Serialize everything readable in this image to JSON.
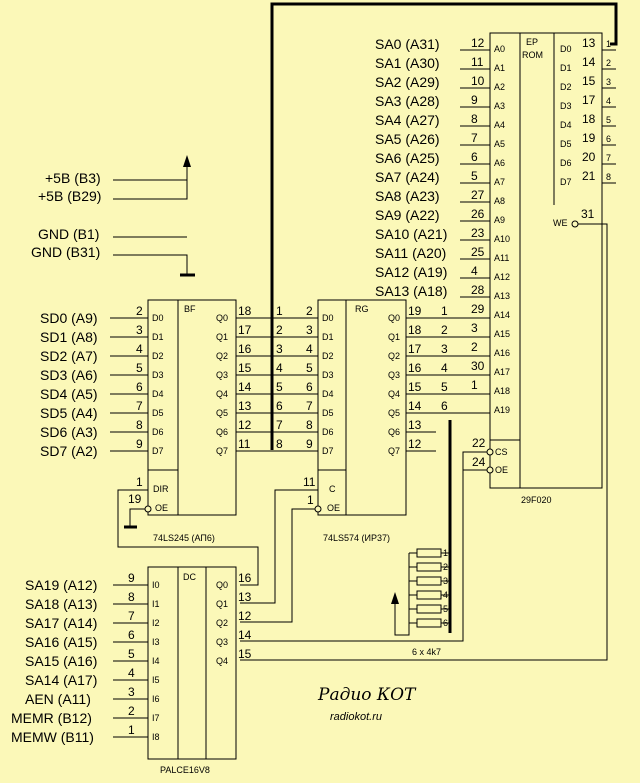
{
  "power": {
    "rails": [
      "+5B (B3)",
      "+5B (B29)"
    ],
    "grounds": [
      "GND (B1)",
      "GND (B31)"
    ]
  },
  "sd_inputs": [
    {
      "label": "SD0 (A9)",
      "pin": "2"
    },
    {
      "label": "SD1 (A8)",
      "pin": "3"
    },
    {
      "label": "SD2 (A7)",
      "pin": "4"
    },
    {
      "label": "SD3 (A6)",
      "pin": "5"
    },
    {
      "label": "SD4 (A5)",
      "pin": "6"
    },
    {
      "label": "SD5 (A4)",
      "pin": "7"
    },
    {
      "label": "SD6 (A3)",
      "pin": "8"
    },
    {
      "label": "SD7 (A2)",
      "pin": "9"
    }
  ],
  "bf": {
    "title": "BF",
    "part": "74LS245 (АП6)",
    "inputs": [
      "D0",
      "D1",
      "D2",
      "D3",
      "D4",
      "D5",
      "D6",
      "D7"
    ],
    "outputs": [
      "Q0",
      "Q1",
      "Q2",
      "Q3",
      "Q4",
      "Q5",
      "Q6",
      "Q7"
    ],
    "out_pins": [
      "18",
      "17",
      "16",
      "15",
      "14",
      "13",
      "12",
      "11"
    ],
    "dir_label": "DIR",
    "dir_pin": "1",
    "oe_label": "OE",
    "oe_pin": "19"
  },
  "bus_index": [
    "1",
    "2",
    "3",
    "4",
    "5",
    "6",
    "7",
    "8"
  ],
  "rg": {
    "title": "RG",
    "part": "74LS574 (ИР37)",
    "inputs": [
      "D0",
      "D1",
      "D2",
      "D3",
      "D4",
      "D5",
      "D6",
      "D7"
    ],
    "in_pins": [
      "2",
      "3",
      "4",
      "5",
      "6",
      "7",
      "8",
      "9"
    ],
    "outputs": [
      "Q0",
      "Q1",
      "Q2",
      "Q3",
      "Q4",
      "Q5",
      "Q6",
      "Q7"
    ],
    "out_pins": [
      "19",
      "18",
      "17",
      "16",
      "15",
      "14",
      "13",
      "12"
    ],
    "c_label": "C",
    "c_pin": "11",
    "oe_label": "OE",
    "oe_pin": "1",
    "net_indices": [
      "1",
      "2",
      "3",
      "4",
      "5",
      "6"
    ]
  },
  "eprom": {
    "title_lines": [
      "EP",
      "ROM"
    ],
    "part": "29F020",
    "addr_labels": [
      "SA0 (A31)",
      "SA1 (A30)",
      "SA2 (A29)",
      "SA3 (A28)",
      "SA4 (A27)",
      "SA5 (A26)",
      "SA6 (A25)",
      "SA7 (A24)",
      "SA8 (A23)",
      "SA9 (A22)",
      "SA10 (A21)",
      "SA11 (A20)",
      "SA12 (A19)",
      "SA13 (A18)"
    ],
    "addr_pins": [
      "12",
      "11",
      "10",
      "9",
      "8",
      "7",
      "6",
      "5",
      "27",
      "26",
      "23",
      "25",
      "4",
      "28",
      "29",
      "3",
      "2",
      "30",
      "1"
    ],
    "addr_names": [
      "A0",
      "A1",
      "A2",
      "A3",
      "A4",
      "A5",
      "A6",
      "A7",
      "A8",
      "A9",
      "A10",
      "A11",
      "A12",
      "A13",
      "A14",
      "A15",
      "A16",
      "A17",
      "A18",
      "A19"
    ],
    "a19_pin": "",
    "data_names": [
      "D0",
      "D1",
      "D2",
      "D3",
      "D4",
      "D5",
      "D6",
      "D7"
    ],
    "data_pins": [
      "13",
      "14",
      "15",
      "17",
      "18",
      "19",
      "20",
      "21"
    ],
    "data_idx": [
      "1",
      "2",
      "3",
      "4",
      "5",
      "6",
      "7",
      "8"
    ],
    "we_label": "WE",
    "we_pin": "31",
    "cs_label": "CS",
    "cs_pin": "22",
    "oe_label": "OE",
    "oe_pin": "24"
  },
  "resistors": {
    "label": "6 x 4k7",
    "indices": [
      "1",
      "2",
      "3",
      "4",
      "5",
      "6"
    ]
  },
  "dc": {
    "title": "DC",
    "part": "PALCE16V8",
    "inputs": [
      {
        "label": "SA19 (A12)",
        "pin": "9",
        "name": "I0"
      },
      {
        "label": "SA18 (A13)",
        "pin": "8",
        "name": "I1"
      },
      {
        "label": "SA17 (A14)",
        "pin": "7",
        "name": "I2"
      },
      {
        "label": "SA16 (A15)",
        "pin": "6",
        "name": "I3"
      },
      {
        "label": "SA15 (A16)",
        "pin": "5",
        "name": "I4"
      },
      {
        "label": "SA14 (A17)",
        "pin": "4",
        "name": "I5"
      },
      {
        "label": "AEN (A11)",
        "pin": "3",
        "name": "I6"
      },
      {
        "label": "MEMR (B12)",
        "pin": "2",
        "name": "I7"
      },
      {
        "label": "MEMW (B11)",
        "pin": "1",
        "name": "I8"
      }
    ],
    "outputs": [
      "Q0",
      "Q1",
      "Q2",
      "Q3",
      "Q4"
    ],
    "out_pins": [
      "16",
      "13",
      "12",
      "14",
      "15"
    ]
  },
  "watermark": {
    "brand": "Радио КОТ",
    "url": "radiokot.ru",
    "color": "#cfcfcf"
  }
}
